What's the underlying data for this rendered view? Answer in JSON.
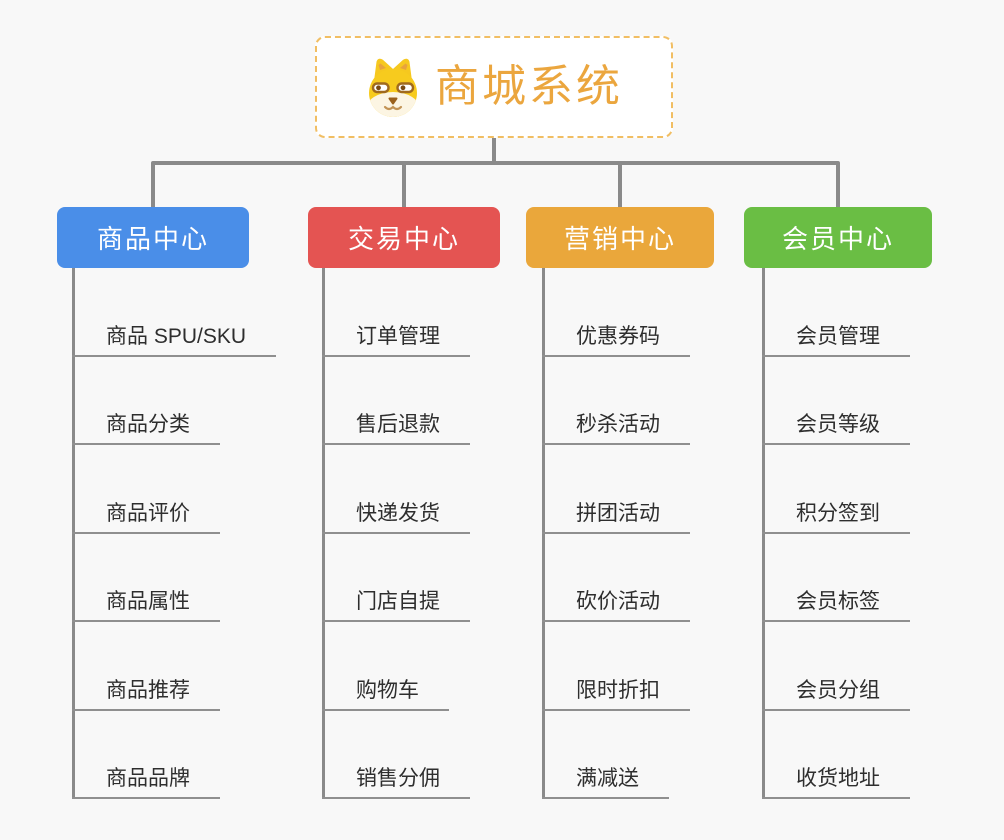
{
  "root": {
    "title": "商城系统",
    "icon": "doge-icon"
  },
  "branches": [
    {
      "label": "商品中心",
      "color": "#4A8EE8",
      "children": [
        "商品 SPU/SKU",
        "商品分类",
        "商品评价",
        "商品属性",
        "商品推荐",
        "商品品牌"
      ]
    },
    {
      "label": "交易中心",
      "color": "#E45452",
      "children": [
        "订单管理",
        "售后退款",
        "快递发货",
        "门店自提",
        "购物车",
        "销售分佣"
      ]
    },
    {
      "label": "营销中心",
      "color": "#EAA73B",
      "children": [
        "优惠券码",
        "秒杀活动",
        "拼团活动",
        "砍价活动",
        "限时折扣",
        "满减送"
      ]
    },
    {
      "label": "会员中心",
      "color": "#6ABE44",
      "children": [
        "会员管理",
        "会员等级",
        "积分签到",
        "会员标签",
        "会员分组",
        "收货地址"
      ]
    }
  ],
  "colors": {
    "background": "#F8F8F8",
    "connector": "#8A8A8A",
    "underline": "#8F8F8F",
    "topic_text": "#2E2E2E",
    "root_border": "#F1BE63",
    "root_title": "#EBA63E"
  }
}
